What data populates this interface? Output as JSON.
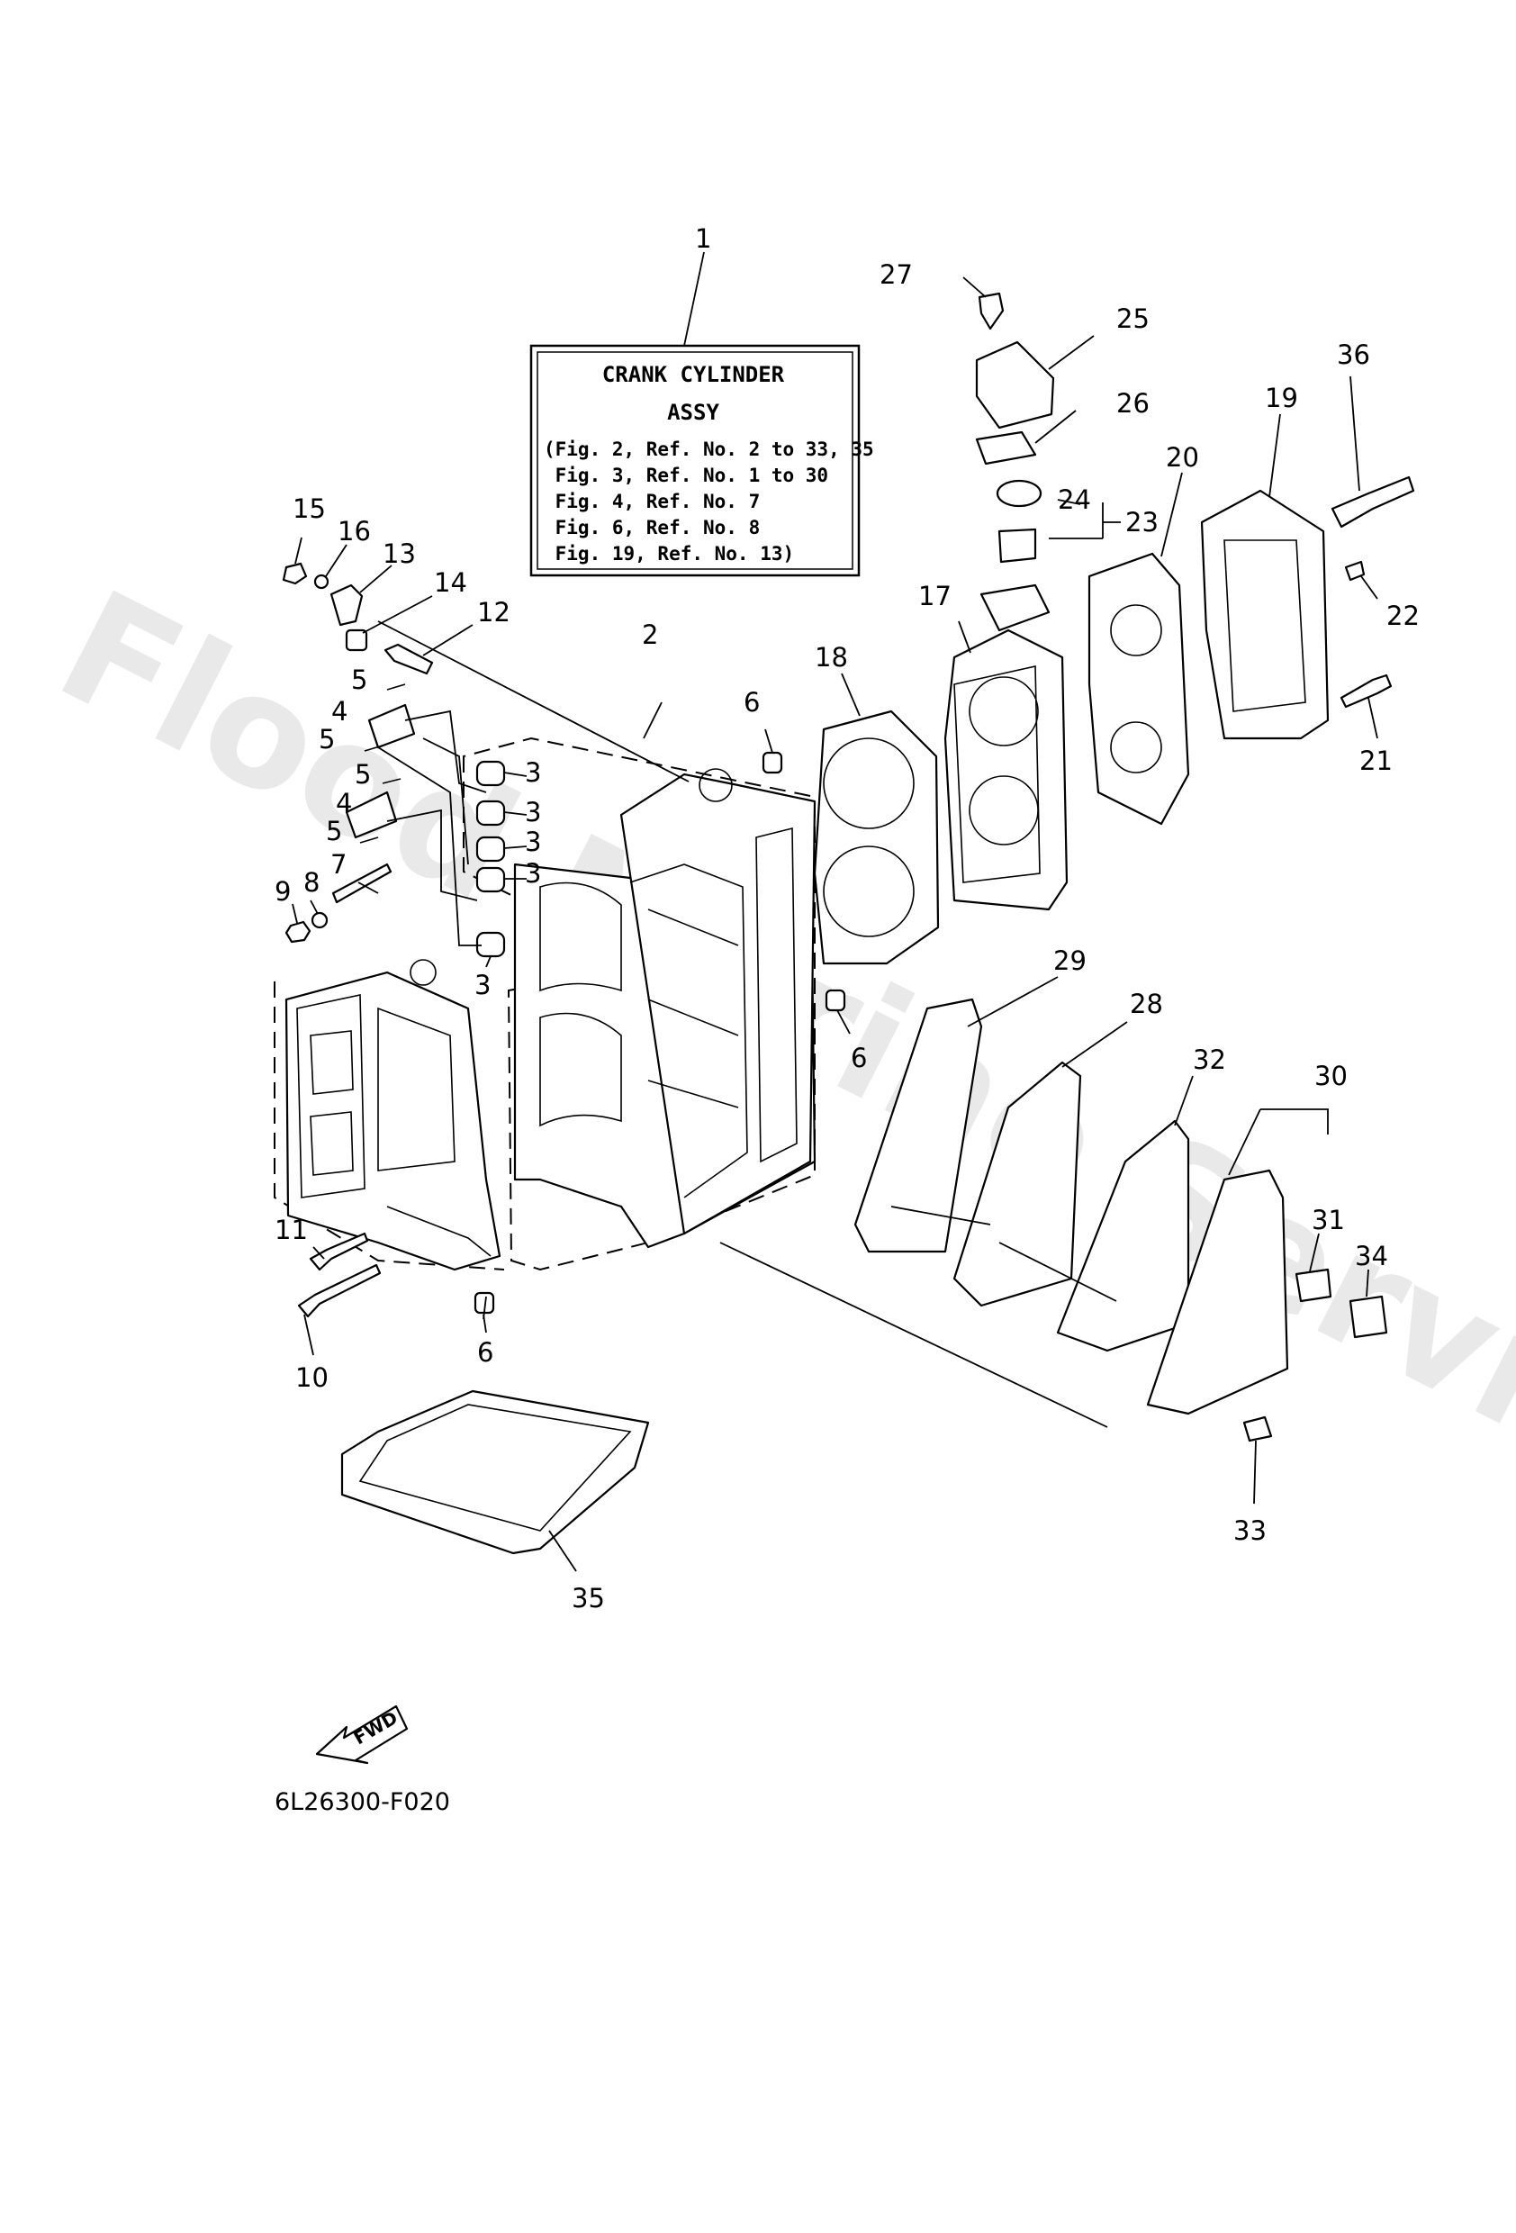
{
  "watermark": "Flood Marine Services",
  "info_box": {
    "title": "CRANK CYLINDER",
    "subtitle": "ASSY",
    "lines": [
      "(Fig. 2, Ref. No. 2 to 33, 35",
      " Fig. 3, Ref. No. 1 to 30",
      " Fig. 4, Ref. No. 7",
      " Fig. 6, Ref. No. 8",
      " Fig. 19, Ref. No. 13)"
    ]
  },
  "callouts": {
    "c1": "1",
    "c2": "2",
    "c3a": "3",
    "c3b": "3",
    "c3c": "3",
    "c3d": "3",
    "c3e": "3",
    "c4a": "4",
    "c4b": "4",
    "c5a": "5",
    "c5b": "5",
    "c5c": "5",
    "c5d": "5",
    "c6a": "6",
    "c6b": "6",
    "c6c": "6",
    "c7": "7",
    "c8": "8",
    "c9": "9",
    "c10": "10",
    "c11": "11",
    "c12": "12",
    "c13": "13",
    "c14": "14",
    "c15": "15",
    "c16": "16",
    "c17": "17",
    "c18": "18",
    "c19": "19",
    "c20": "20",
    "c21": "21",
    "c22": "22",
    "c23": "23",
    "c24": "24",
    "c25": "25",
    "c26": "26",
    "c27": "27",
    "c28": "28",
    "c29": "29",
    "c30": "30",
    "c31": "31",
    "c32": "32",
    "c33": "33",
    "c34": "34",
    "c35": "35",
    "c36": "36"
  },
  "fwd_label": "FWD",
  "diagram_code": "6L26300-F020"
}
